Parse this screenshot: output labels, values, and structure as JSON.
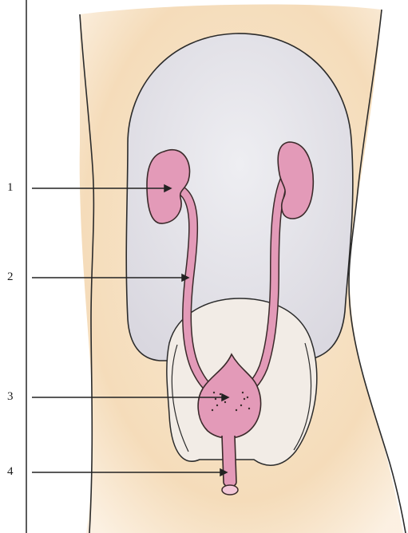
{
  "labels": [
    {
      "text": "1"
    },
    {
      "text": "2"
    },
    {
      "text": "3"
    },
    {
      "text": "4"
    }
  ],
  "colors": {
    "skin_wash": "#f3dcb8",
    "abdomen_fill": "#e8e6ea",
    "organ_pink": "#e39ab8",
    "organ_outline": "#3a2a2a",
    "outline": "#2b2b2b",
    "pointer_line": "#222222"
  }
}
